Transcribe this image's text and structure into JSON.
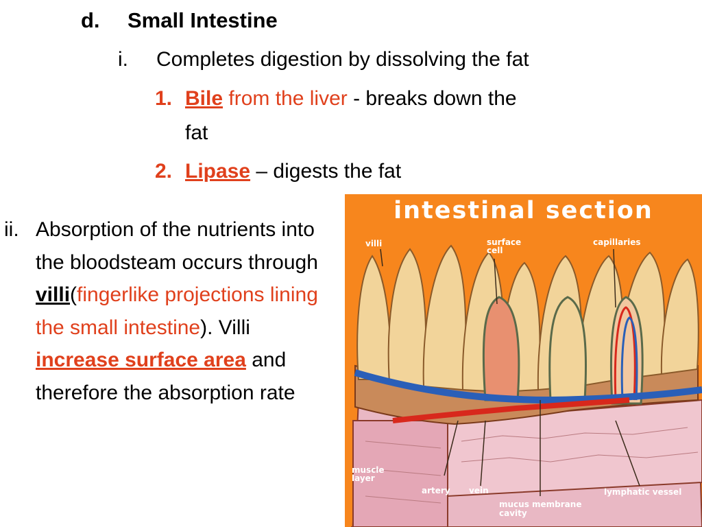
{
  "heading": {
    "marker": "d.",
    "title": "Small Intestine"
  },
  "point_i": {
    "marker": "i.",
    "text": "Completes digestion by dissolving the fat"
  },
  "item1": {
    "marker": "1.",
    "term": "Bile",
    "source": "from the liver",
    "rest": "- breaks down the",
    "rest2": "fat"
  },
  "item2": {
    "marker": "2.",
    "term": "Lipase",
    "rest": "– digests the fat"
  },
  "point_ii": {
    "marker": "ii.",
    "text1": "Absorption of the nutrients into the bloodsteam occurs through",
    "villi": "villi",
    "paren_open": "(",
    "definition": "fingerlike projections lining the small intestine",
    "paren_close": ").  Villi",
    "emphasis": "increase surface area",
    "text2": "and therefore the absorption rate"
  },
  "figure": {
    "title": "intestinal section",
    "labels": {
      "villi": "villi",
      "surface_cell": "surface cell",
      "capillaries": "capillaries",
      "muscle_layer": "muscle layer",
      "artery": "artery",
      "vein": "vein",
      "mucus_membrane": "mucus membrane",
      "cavity": "cavity",
      "lymphatic_vessel": "lymphatic vessel"
    },
    "colors": {
      "background": "#f7861d",
      "villi": "#f2d49a",
      "artery": "#d8281c",
      "vein": "#2a5fb8",
      "tissue": "#e9b8c4"
    }
  }
}
